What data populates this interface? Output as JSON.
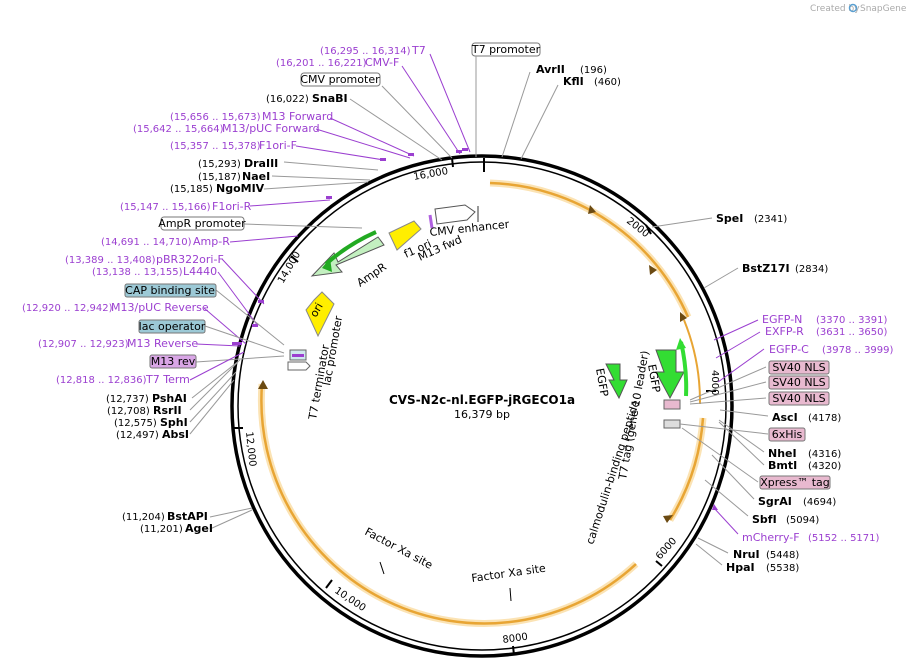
{
  "credit": {
    "prefix": "Created by",
    "brand": "SnapGene"
  },
  "plasmid": {
    "name": "CVS-N2c-nl.EGFP-jRGECO1a",
    "length_text": "16,379 bp"
  },
  "ticks": [
    {
      "label": "2000"
    },
    {
      "label": "4000"
    },
    {
      "label": "6000"
    },
    {
      "label": "8000"
    },
    {
      "label": "10,000"
    },
    {
      "label": "12,000"
    },
    {
      "label": "14,000"
    },
    {
      "label": "16,000"
    }
  ],
  "right_labels": [
    {
      "name": "AvrII",
      "pos": "(196)"
    },
    {
      "name": "KflI",
      "pos": "(460)"
    },
    {
      "name": "SpeI",
      "pos": "(2341)"
    },
    {
      "name": "BstZ17I",
      "pos": "(2834)"
    },
    {
      "name": "EGFP-N",
      "pos": "(3370 .. 3391)"
    },
    {
      "name": "EXFP-R",
      "pos": "(3631 .. 3650)"
    },
    {
      "name": "EGFP-C",
      "pos": "(3978 .. 3999)"
    },
    {
      "name": "SV40 NLS"
    },
    {
      "name": "SV40 NLS"
    },
    {
      "name": "SV40 NLS"
    },
    {
      "name": "AscI",
      "pos": "(4178)"
    },
    {
      "name": "6xHis"
    },
    {
      "name": "NheI",
      "pos": "(4316)"
    },
    {
      "name": "BmtI",
      "pos": "(4320)"
    },
    {
      "name": "Xpress™ tag"
    },
    {
      "name": "SgrAI",
      "pos": "(4694)"
    },
    {
      "name": "SbfI",
      "pos": "(5094)"
    },
    {
      "name": "mCherry-F",
      "pos": "(5152 .. 5171)"
    },
    {
      "name": "NruI",
      "pos": "(5448)"
    },
    {
      "name": "HpaI",
      "pos": "(5538)"
    }
  ],
  "left_labels": [
    {
      "name": "T7",
      "pos": "(16,295 .. 16,314)"
    },
    {
      "name": "CMV-F",
      "pos": "(16,201 .. 16,221)"
    },
    {
      "name": "CMV promoter"
    },
    {
      "name": "SnaBI",
      "pos": "(16,022)"
    },
    {
      "name": "M13 Forward",
      "pos": "(15,656 .. 15,673)"
    },
    {
      "name": "M13/pUC Forward",
      "pos": "(15,642 .. 15,664)"
    },
    {
      "name": "F1ori-F",
      "pos": "(15,357 .. 15,378)"
    },
    {
      "name": "DraIII",
      "pos": "(15,293)"
    },
    {
      "name": "NaeI",
      "pos": "(15,187)"
    },
    {
      "name": "NgoMIV",
      "pos": "(15,185)"
    },
    {
      "name": "F1ori-R",
      "pos": "(15,147 .. 15,166)"
    },
    {
      "name": "AmpR promoter"
    },
    {
      "name": "Amp-R",
      "pos": "(14,691 .. 14,710)"
    },
    {
      "name": "pBR322ori-F",
      "pos": "(13,389 .. 13,408)"
    },
    {
      "name": "L4440",
      "pos": "(13,138 .. 13,155)"
    },
    {
      "name": "CAP binding site"
    },
    {
      "name": "M13/pUC Reverse",
      "pos": "(12,920 .. 12,942)"
    },
    {
      "name": "lac operator"
    },
    {
      "name": "M13 Reverse",
      "pos": "(12,907 .. 12,923)"
    },
    {
      "name": "M13 rev"
    },
    {
      "name": "T7 Term",
      "pos": "(12,818 .. 12,836)"
    },
    {
      "name": "PshAI",
      "pos": "(12,737)"
    },
    {
      "name": "RsrII",
      "pos": "(12,708)"
    },
    {
      "name": "SphI",
      "pos": "(12,575)"
    },
    {
      "name": "AbsI",
      "pos": "(12,497)"
    },
    {
      "name": "BstAPI",
      "pos": "(11,204)"
    },
    {
      "name": "AgeI",
      "pos": "(11,201)"
    }
  ],
  "top_box": "T7 promoter",
  "inner_features": {
    "cmv_enhancer": "CMV enhancer",
    "f1_ori": "f1 ori",
    "m13_fwd": "M13 fwd",
    "ampr": "AmpR",
    "ori": "ori",
    "lac_promoter": "lac promoter",
    "t7_terminator": "T7 terminator",
    "egfp1": "EGFP",
    "egfp2": "EGFP",
    "t7_tag": "T7 tag (gene 10 leader)",
    "calmodulin": "calmodulin-binding peptide",
    "factor_xa_1": "Factor Xa site",
    "factor_xa_2": "Factor Xa site"
  },
  "colors": {
    "backbone": "#000000",
    "orf": "#e8a534",
    "orf_fill": "#fbe3b4",
    "primer": "#9b3fd0",
    "green": "#33dd33",
    "light_green": "#c3f0c0",
    "yellow": "#ffee00",
    "pink_box": "#e8b9cf",
    "blue_box": "#9cc9d6",
    "purple_box": "#d9a6e6"
  }
}
